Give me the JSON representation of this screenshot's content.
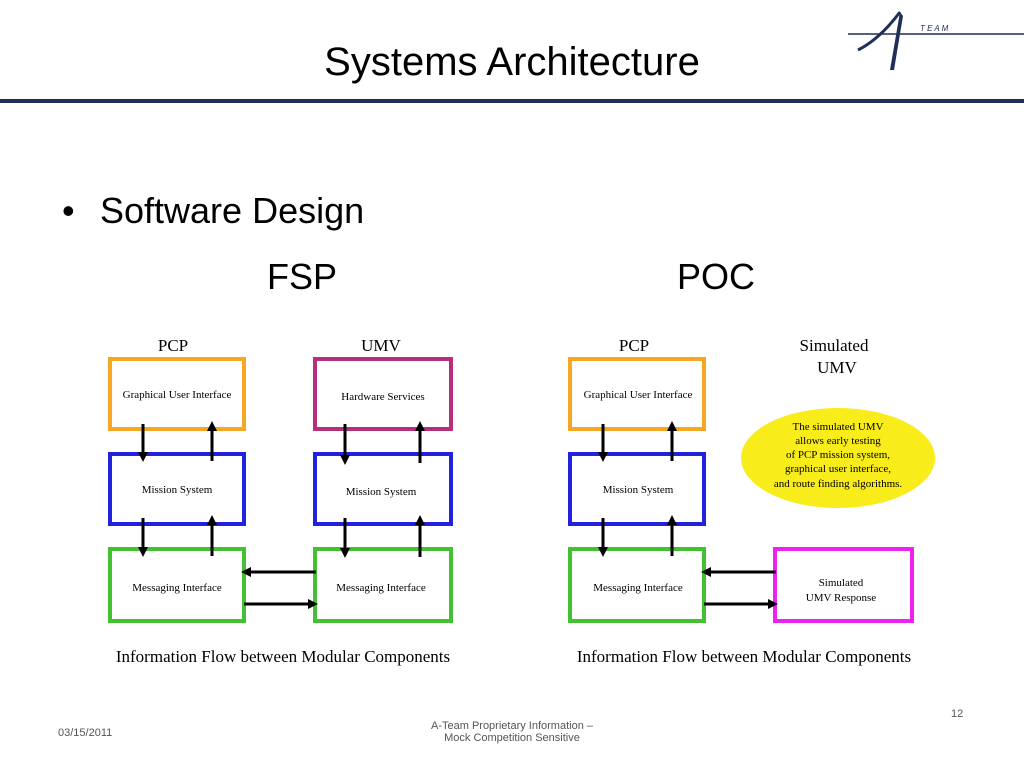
{
  "slide": {
    "title": "Systems Architecture",
    "bullet": "Software Design",
    "logo_text": "T E A M",
    "date": "03/15/2011",
    "page_number": "12",
    "footer_line1": "A-Team Proprietary Information –",
    "footer_line2": "Mock Competition Sensitive"
  },
  "fsp": {
    "label": "FSP",
    "pcp_header": "PCP",
    "umv_header": "UMV",
    "pcp_gui": "Graphical User Interface",
    "pcp_mission": "Mission System",
    "pcp_messaging": "Messaging Interface",
    "umv_hardware": "Hardware Services",
    "umv_mission": "Mission System",
    "umv_messaging": "Messaging Interface",
    "caption": "Information Flow between Modular Components"
  },
  "poc": {
    "label": "POC",
    "pcp_header": "PCP",
    "sim_header_line1": "Simulated",
    "sim_header_line2": "UMV",
    "pcp_gui": "Graphical User Interface",
    "pcp_mission": "Mission System",
    "pcp_messaging": "Messaging Interface",
    "sim_response_line1": "Simulated",
    "sim_response_line2": "UMV Response",
    "note_lines": [
      "The simulated UMV",
      "allows early testing",
      "of PCP mission system,",
      "graphical user interface,",
      "and route finding algorithms."
    ],
    "caption": "Information Flow between Modular Components"
  },
  "colors": {
    "title_rule": "#1f2f57",
    "orange_box": "#f5a623",
    "magenta_box": "#b5307a",
    "blue_box": "#2222dd",
    "green_box": "#44c033",
    "pink_box": "#ee22ee",
    "note_fill": "#f8ec1a"
  }
}
